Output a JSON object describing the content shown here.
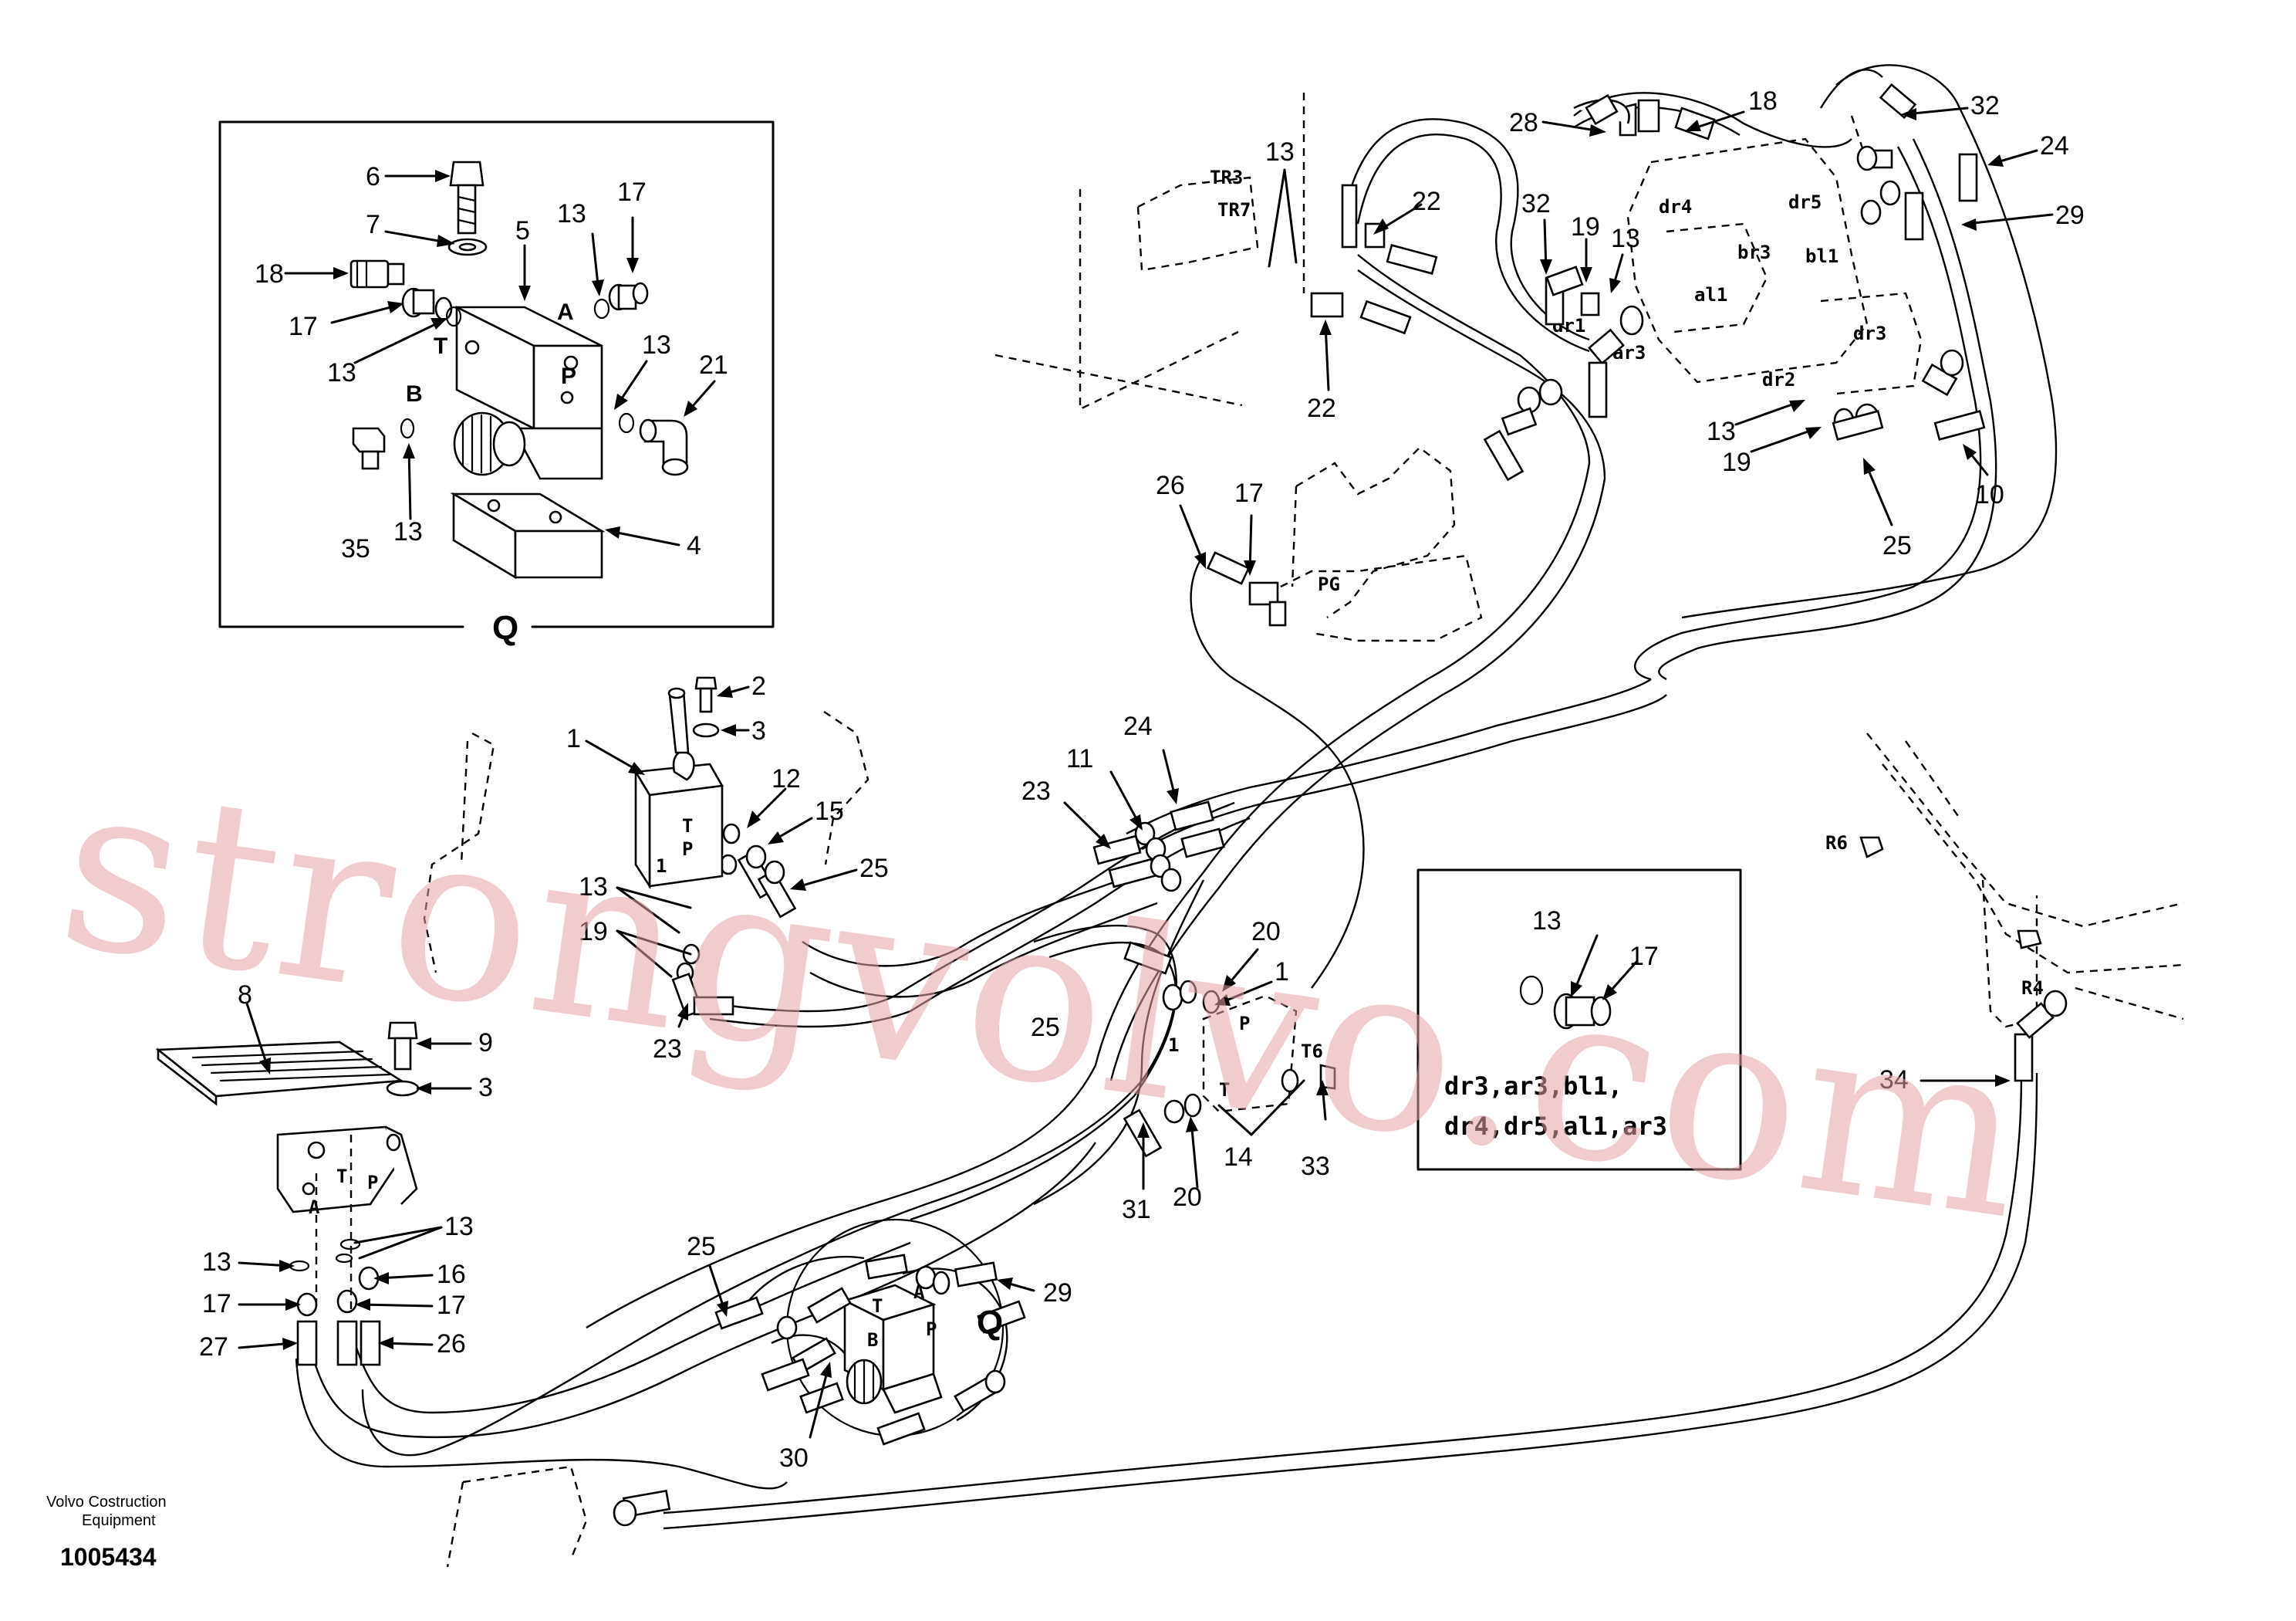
{
  "detail_q": {
    "title": "Q",
    "callouts": [
      "6",
      "7",
      "5",
      "13",
      "17",
      "18",
      "17",
      "13",
      "13",
      "21",
      "35",
      "13",
      "4"
    ],
    "ports": [
      "A",
      "T",
      "P",
      "B"
    ]
  },
  "detail_fittings": {
    "callouts": [
      "13",
      "17"
    ],
    "ports_line1": "dr3,ar3,bl1,",
    "ports_line2": "dr4,dr5,al1,ar3"
  },
  "valve_ports": {
    "tr3": "TR3",
    "tr7": "TR7",
    "dr4": "dr4",
    "dr5": "dr5",
    "br3": "br3",
    "bl1": "bl1",
    "dr1": "dr1",
    "al1": "al1",
    "ar3": "ar3",
    "dr3": "dr3",
    "dr2": "dr2",
    "pg": "PG",
    "r6": "R6",
    "r4": "R4",
    "t6": "T6"
  },
  "main_callouts": {
    "c28": "28",
    "c18": "18",
    "c32a": "32",
    "c24a": "24",
    "c13a": "13",
    "c22a": "22",
    "c32b": "32",
    "c19a": "19",
    "c13b": "13",
    "c29a": "29",
    "c22b": "22",
    "c13c": "13",
    "c19b": "19",
    "c25a": "25",
    "c10": "10",
    "c26a": "26",
    "c17a": "17",
    "c2": "2",
    "c3a": "3",
    "c1a": "1",
    "c12": "12",
    "c15": "15",
    "c25b": "25",
    "c13d": "13",
    "c19c": "19",
    "c23a": "23",
    "c23b": "23",
    "c11": "11",
    "c24b": "24",
    "c20a": "20",
    "c1b": "1",
    "c25c": "25",
    "c14": "14",
    "c33": "33",
    "c31": "31",
    "c20b": "20",
    "c8": "8",
    "c9": "9",
    "c3b": "3",
    "c13e": "13",
    "c13f": "13",
    "c16": "16",
    "c17b": "17",
    "c17c": "17",
    "c27": "27",
    "c26b": "26",
    "c25d": "25",
    "c29b": "29",
    "c30": "30",
    "q": "Q",
    "c34": "34"
  },
  "pedal_ports": {
    "t": "T",
    "p": "P",
    "a": "A"
  },
  "joystick_ports": {
    "t": "T",
    "p": "P",
    "one": "1"
  },
  "small_block_ports": {
    "p": "P",
    "t": "T",
    "two": "1"
  },
  "lower_q_ports": {
    "a": "A",
    "t": "T",
    "b": "B",
    "p": "P"
  },
  "watermark": "strongvolvo.com",
  "footer": {
    "company_line1": "Volvo Costruction",
    "company_line2": "Equipment",
    "drawing_number": "1005434"
  }
}
